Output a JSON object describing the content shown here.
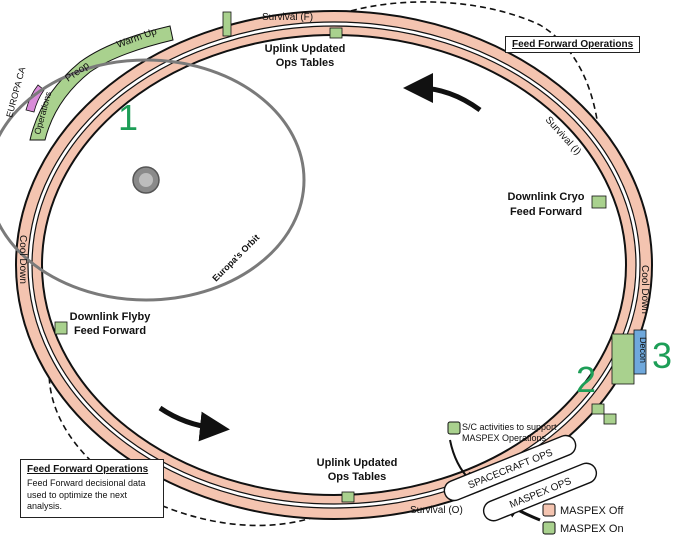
{
  "orbit": {
    "moon_orbit_label": "Europa's Orbit",
    "europa_ca_label": "EUROPA CA",
    "phases": {
      "warm_up": "Warm Up",
      "preop": "Preop",
      "operations": "Operations",
      "survival_f": "Survival (F)",
      "survival_i": "Survival (I)",
      "cool_down_right": "Cool Down",
      "decon": "Decon",
      "cool_down_left": "Cool Down",
      "survival_o": "Survival (O)"
    },
    "annotations": {
      "uplink_top": [
        "Uplink Updated",
        "Ops Tables"
      ],
      "uplink_bottom": [
        "Uplink Updated",
        "Ops Tables"
      ],
      "downlink_cryo": [
        "Downlink Cryo",
        "Feed Forward"
      ],
      "downlink_flyby": [
        "Downlink Flyby",
        "Feed Forward"
      ]
    },
    "phase_numbers": [
      "1",
      "2",
      "3"
    ],
    "track_labels": {
      "spacecraft_ops": "SPACECRAFT OPS",
      "maspex_ops": "MASPEX OPS"
    }
  },
  "boxes": {
    "feed_forward_top": "Feed Forward Operations",
    "feed_forward_bottom": {
      "title": "Feed Forward Operations",
      "body": "Feed Forward decisional data used to optimize the next analysis."
    },
    "sc_activities": "S/C activities to support MASPEX Operations"
  },
  "legend": {
    "off": "MASPEX Off",
    "on": "MASPEX On"
  },
  "colors": {
    "maspex_off": "#f4c4b0",
    "maspex_on": "#a9d18e",
    "phase_number": "#1d9e57",
    "europa_ca": "#d98cd9",
    "decon_blue": "#6fa8dc"
  }
}
